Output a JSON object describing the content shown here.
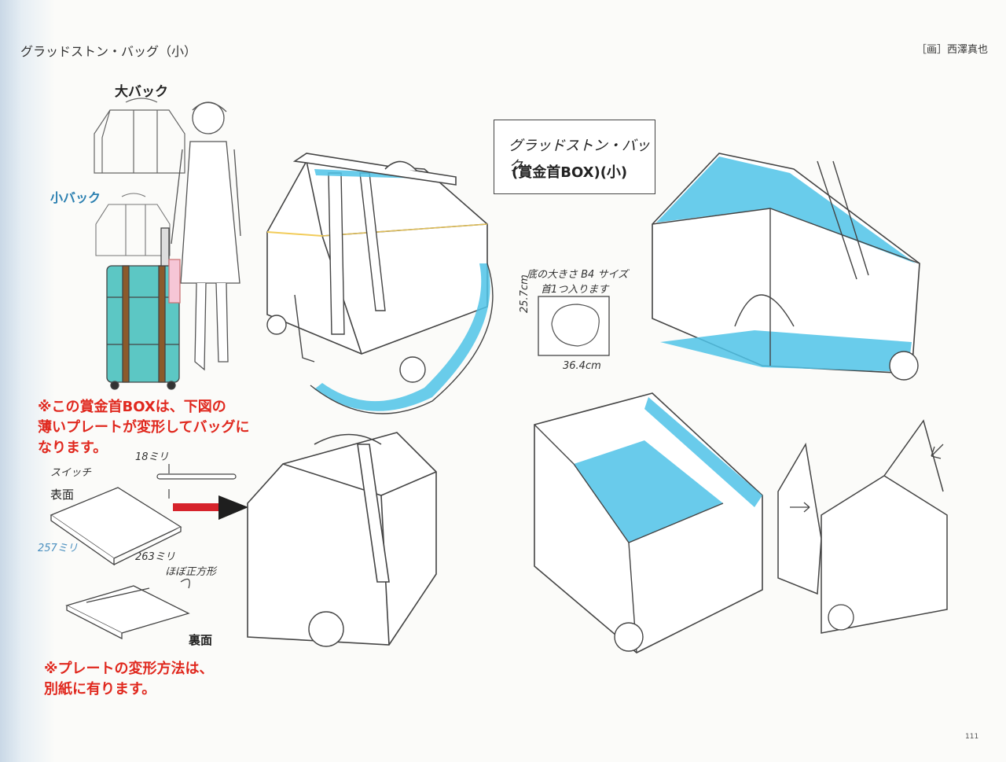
{
  "header": {
    "title": "グラッドストン・バッグ（小）",
    "credit": "［画］西澤真也",
    "page_number": "111"
  },
  "character_section": {
    "large_bag_label": "大バック",
    "small_bag_label": "小バック"
  },
  "title_box": {
    "line1": "グラッドストン・バック",
    "line2": "(賞金首BOX)(小)"
  },
  "dimensions": {
    "note_line1": "底の大きさ B4 サイズ",
    "note_line2": "首1つ入ります",
    "height": "25.7cm",
    "width": "36.4cm"
  },
  "plate_note": {
    "line1": "※この賞金首BOXは、下図の",
    "line2": "薄いプレートが変形してバッグに",
    "line3": "なります。"
  },
  "plate_diagram": {
    "thickness": "18ミリ",
    "switch_label": "スイッチ",
    "front_label": "表面",
    "side_a": "257ミリ",
    "side_b": "263ミリ",
    "shape_note": "ほぼ正方形",
    "back_label": "裏面"
  },
  "method_note": {
    "line1": "※プレートの変形方法は、",
    "line2": "別紙に有ります。"
  },
  "colors": {
    "accent_blue": "#4fc3e8",
    "teal_suitcase": "#5cc7c4",
    "red_text": "#e0281e",
    "yellow_seam": "#f2cc5a"
  }
}
